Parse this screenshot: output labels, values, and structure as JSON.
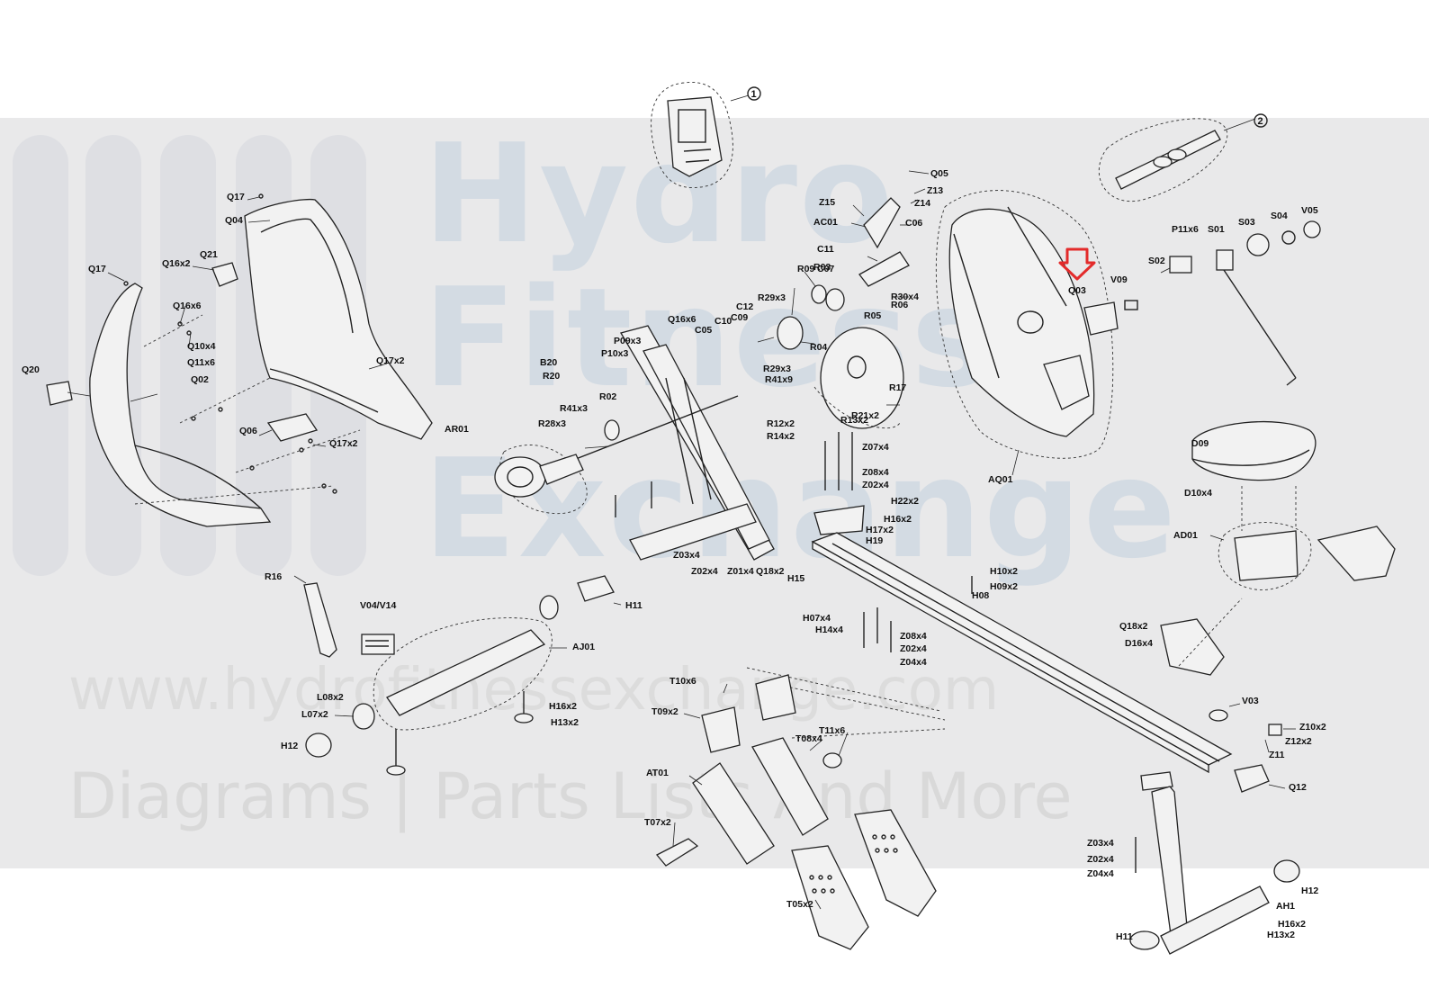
{
  "watermark": {
    "line1": "Hydro",
    "line2": "Fitness",
    "line3": "Exchange",
    "url": "www.hydrofitnessexchange.com",
    "tagline": "Diagrams | Parts Lists And More",
    "colors": {
      "band": "#e9e9ea",
      "letters": "#d3dbe3",
      "logo_bars": "#dedfe3"
    }
  },
  "highlight": {
    "target": "Q03",
    "color": "#e32b2b",
    "icon": "down-arrow-icon"
  },
  "callouts": [
    "1",
    "2"
  ],
  "labels": [
    "Q17",
    "Q04",
    "Q16x2",
    "Q21",
    "Q17",
    "Q16x6",
    "Q10x4",
    "Q11x6",
    "Q20",
    "Q02",
    "Q17x2",
    "Q06",
    "Q17x2",
    "Q05",
    "Z13",
    "Z14",
    "Z15",
    "AC01",
    "C06",
    "C11",
    "C07",
    "R09",
    "R03",
    "R30x4",
    "R05",
    "C12",
    "R29x3",
    "R06",
    "Q16x6",
    "C10",
    "C09",
    "C05",
    "P09x3",
    "R04",
    "P10x3",
    "B20",
    "R20",
    "R29x3",
    "R41x9",
    "R02",
    "R41x3",
    "R28x3",
    "AR01",
    "R12x2",
    "R13x2",
    "R21x2",
    "R14x2",
    "R17",
    "Z07x4",
    "Z08x4",
    "Z02x4",
    "H22x2",
    "H16x2",
    "H17x2",
    "H19",
    "Z03x4",
    "Z02x4",
    "Z01x4",
    "Q18x2",
    "H15",
    "H10x2",
    "H09x2",
    "H08",
    "H07x4",
    "H14x4",
    "Z08x4",
    "Z02x4",
    "Z04x4",
    "P11x6",
    "S01",
    "S03",
    "S04",
    "V05",
    "S02",
    "Q03",
    "V09",
    "AQ01",
    "D09",
    "D10x4",
    "AD01",
    "Q18x2",
    "D16x4",
    "R16",
    "V04/V14",
    "AJ01",
    "H11",
    "L08x2",
    "L07x2",
    "H12",
    "H16x2",
    "H13x2",
    "T10x6",
    "T09x2",
    "T08x4",
    "T11x6",
    "AT01",
    "T07x2",
    "T05x2",
    "V03",
    "Z10x2",
    "Z12x2",
    "Z11",
    "Q12",
    "Z03x4",
    "Z02x4",
    "Z04x4",
    "H12",
    "AH1",
    "H16x2",
    "H13x2",
    "H11"
  ]
}
